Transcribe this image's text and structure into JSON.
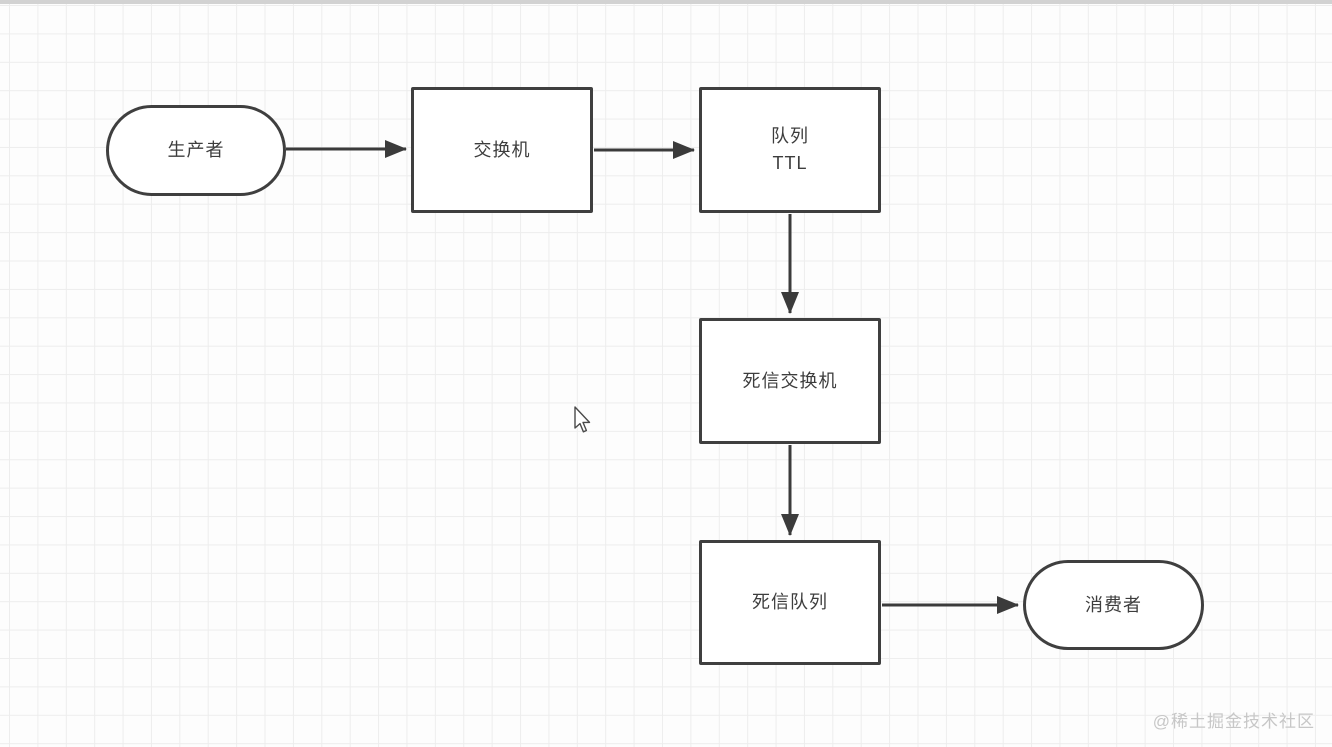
{
  "diagram": {
    "nodes": [
      {
        "id": "producer",
        "label": "生产者",
        "shape": "stadium"
      },
      {
        "id": "exchange",
        "label": "交换机",
        "shape": "rect"
      },
      {
        "id": "queue-ttl",
        "label_line1": "队列",
        "label_line2": "TTL",
        "shape": "rect"
      },
      {
        "id": "dead-letter-exchange",
        "label": "死信交换机",
        "shape": "rect"
      },
      {
        "id": "dead-letter-queue",
        "label": "死信队列",
        "shape": "rect"
      },
      {
        "id": "consumer",
        "label": "消费者",
        "shape": "stadium"
      }
    ],
    "edges": [
      {
        "from": "生产者",
        "to": "交换机"
      },
      {
        "from": "交换机",
        "to": "队列 TTL"
      },
      {
        "from": "队列 TTL",
        "to": "死信交换机"
      },
      {
        "from": "死信交换机",
        "to": "死信队列"
      },
      {
        "from": "死信队列",
        "to": "消费者"
      }
    ]
  },
  "watermark": {
    "text": "@稀土掘金技术社区"
  },
  "colors": {
    "shape_border": "#3f3f3f",
    "shape_fill": "#ffffff",
    "arrow": "#3b3b3b",
    "grid_line": "#ededed",
    "watermark": "#c7c7c7"
  }
}
